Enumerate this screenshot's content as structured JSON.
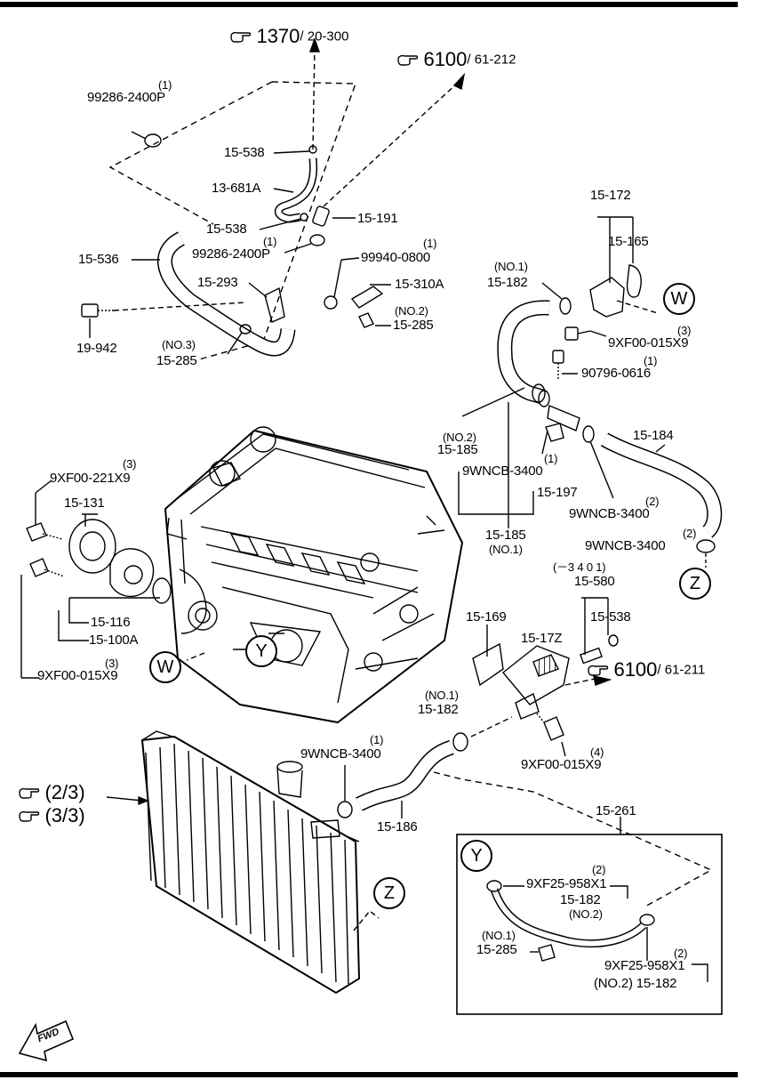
{
  "references": [
    {
      "id": "ref-1370",
      "num": "1370",
      "sub": "/ 20-300"
    },
    {
      "id": "ref-6100-212",
      "num": "6100",
      "sub": "/ 61-212"
    },
    {
      "id": "ref-6100-211",
      "num": "6100",
      "sub": "/ 61-211"
    },
    {
      "id": "ref-page-2",
      "num": "(2/3)",
      "sub": ""
    },
    {
      "id": "ref-page-3",
      "num": "(3/3)",
      "sub": ""
    }
  ],
  "labels": [
    {
      "t": "(1)"
    },
    {
      "t": "99286-2400P"
    },
    {
      "t": "15-538"
    },
    {
      "t": "13-681A"
    },
    {
      "t": "15-538"
    },
    {
      "t": "15-191"
    },
    {
      "t": "(1)"
    },
    {
      "t": "99286-2400P"
    },
    {
      "t": "15-536"
    },
    {
      "t": "(1)"
    },
    {
      "t": "99940-0800"
    },
    {
      "t": "15-293"
    },
    {
      "t": "15-310A"
    },
    {
      "t": "(NO.2)"
    },
    {
      "t": "15-285"
    },
    {
      "t": "(NO.3)"
    },
    {
      "t": "15-285"
    },
    {
      "t": "19-942"
    },
    {
      "t": "15-172"
    },
    {
      "t": "15-165"
    },
    {
      "t": "(NO.1)"
    },
    {
      "t": "15-182"
    },
    {
      "t": "(3)"
    },
    {
      "t": "9XF00-015X9"
    },
    {
      "t": "(1)"
    },
    {
      "t": "90796-0616"
    },
    {
      "t": "15-184"
    },
    {
      "t": "(NO.2)"
    },
    {
      "t": "15-185"
    },
    {
      "t": "(1)"
    },
    {
      "t": "9WNCB-3400"
    },
    {
      "t": "15-197"
    },
    {
      "t": "(2)"
    },
    {
      "t": "9WNCB-3400"
    },
    {
      "t": "(2)"
    },
    {
      "t": "9WNCB-3400"
    },
    {
      "t": "15-185"
    },
    {
      "t": "(NO.1)"
    },
    {
      "t": "(3)"
    },
    {
      "t": "9XF00-221X9"
    },
    {
      "t": "15-131"
    },
    {
      "t": "15-116"
    },
    {
      "t": "15-100A"
    },
    {
      "t": "(3)"
    },
    {
      "t": "9XF00-015X9"
    },
    {
      "t": "(－3 4 0 1)"
    },
    {
      "t": "15-580"
    },
    {
      "t": "15-538"
    },
    {
      "t": "15-169"
    },
    {
      "t": "15-17Z"
    },
    {
      "t": "(NO.1)"
    },
    {
      "t": "15-182"
    },
    {
      "t": "(1)"
    },
    {
      "t": "9WNCB-3400"
    },
    {
      "t": "(4)"
    },
    {
      "t": "9XF00-015X9"
    },
    {
      "t": "15-186"
    },
    {
      "t": "15-261"
    },
    {
      "t": "(2)"
    },
    {
      "t": "9XF25-958X1"
    },
    {
      "t": "15-182"
    },
    {
      "t": "(NO.2)"
    },
    {
      "t": "(NO.1)"
    },
    {
      "t": "15-285"
    },
    {
      "t": "(2)"
    },
    {
      "t": "9XF25-958X1"
    },
    {
      "t": "(NO.2) 15-182"
    }
  ],
  "callouts": [
    {
      "t": "W"
    },
    {
      "t": "Z"
    },
    {
      "t": "Y"
    },
    {
      "t": "W"
    },
    {
      "t": "Z"
    },
    {
      "t": "Y"
    }
  ],
  "fwd_label": "FWD"
}
